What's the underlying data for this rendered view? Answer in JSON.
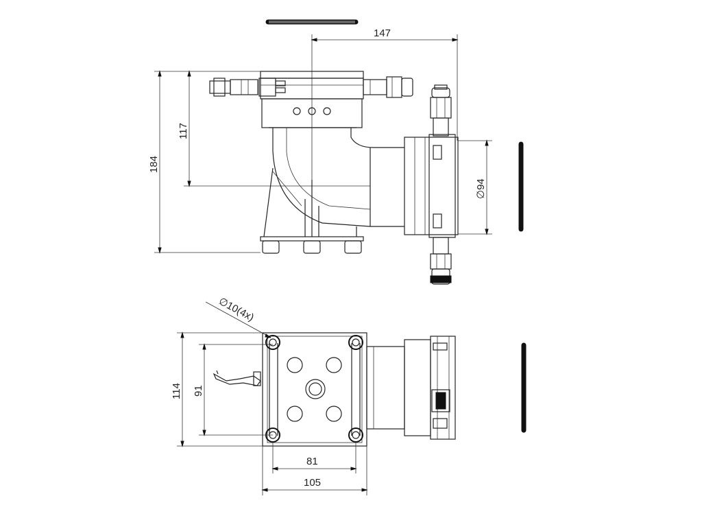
{
  "drawing": {
    "top_view": {
      "dim_width_offset": "147",
      "dim_total_height": "184",
      "dim_axis_height": "117",
      "dim_outlet_diameter": "∅94"
    },
    "bottom_view": {
      "dim_hole_spec": "∅10(4x)",
      "dim_plate_height": "114",
      "dim_hole_spacing_v": "91",
      "dim_hole_spacing_h": "81",
      "dim_plate_width": "105"
    }
  }
}
